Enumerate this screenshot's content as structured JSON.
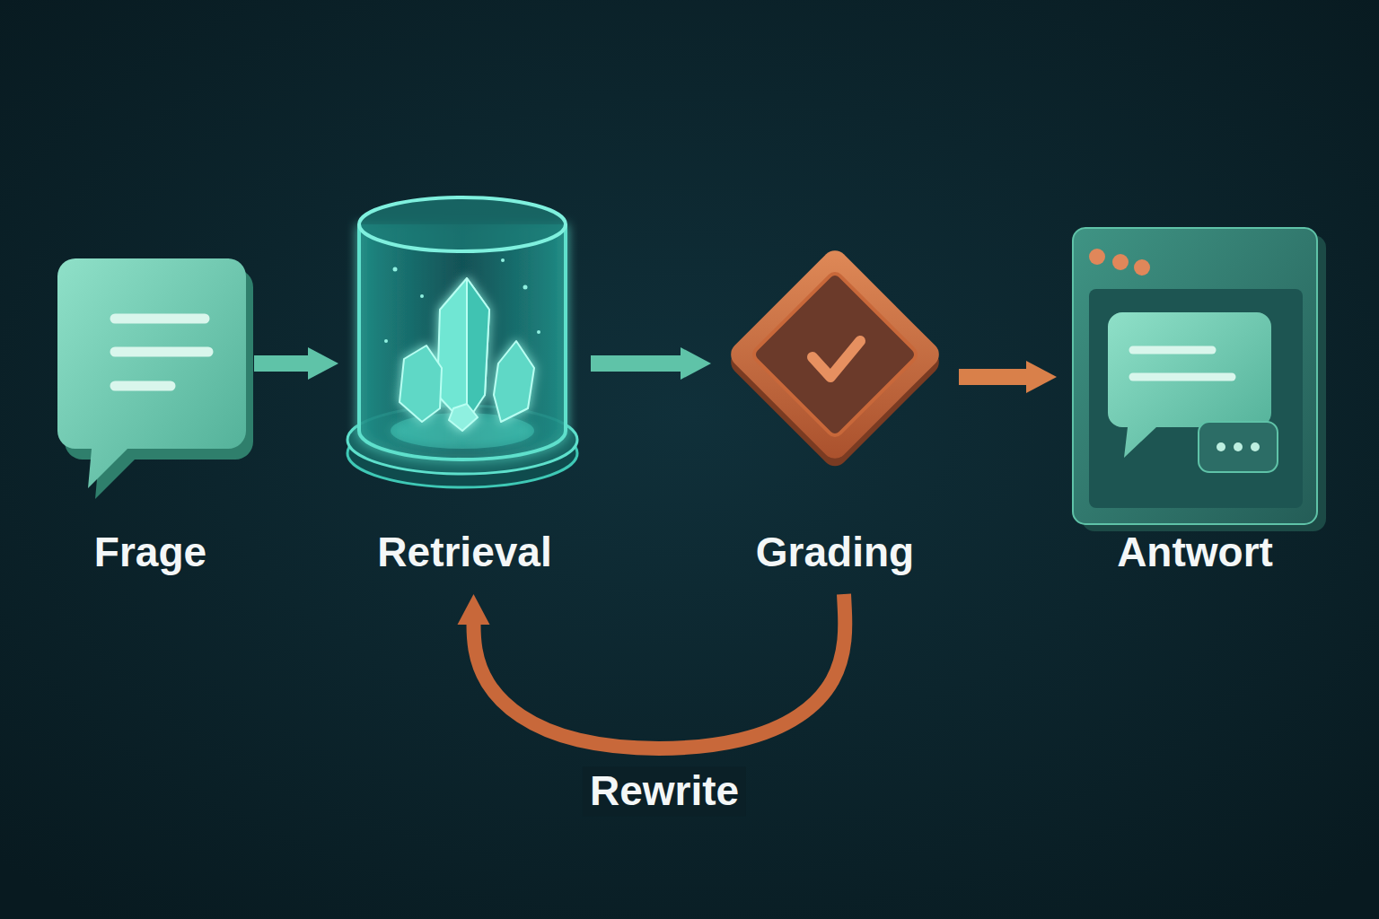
{
  "diagram": {
    "nodes": [
      {
        "text": [
          "Frage"
        ]
      },
      {
        "text": [
          "Retrieval"
        ]
      },
      {
        "text": [
          "Grading"
        ]
      },
      {
        "text": [
          "Antwort"
        ]
      }
    ],
    "edges": [
      {
        "from": 0,
        "to": 1,
        "arrow": "to"
      },
      {
        "from": 1,
        "to": 2,
        "arrow": "to"
      },
      {
        "from": 2,
        "to": 3,
        "arrow": "to"
      },
      {
        "from": 2,
        "to": 1,
        "arrow": "to",
        "label": "Rewrite"
      }
    ]
  }
}
